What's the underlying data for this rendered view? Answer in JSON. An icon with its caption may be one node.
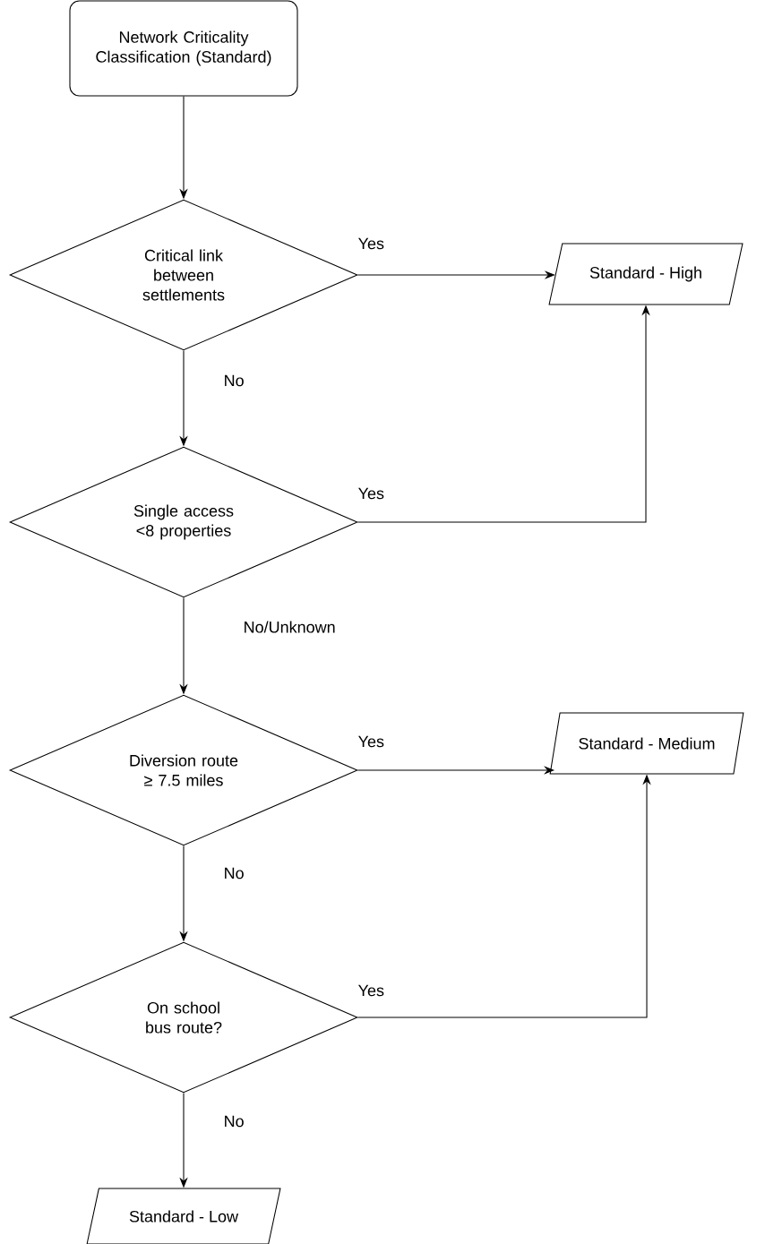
{
  "diagram": {
    "nodes": [
      {
        "text": [
          "Network Criticality Classification (Standard)"
        ]
      },
      {
        "text": [
          "Critical link between settlements"
        ]
      },
      {
        "text": [
          "Standard - High"
        ]
      },
      {
        "text": [
          "Single access <8 properties"
        ]
      },
      {
        "text": [
          "Diversion route ≥ 7.5 miles"
        ]
      },
      {
        "text": [
          "Standard - Medium"
        ]
      },
      {
        "text": [
          "On school bus route?"
        ]
      },
      {
        "text": [
          "Standard - Low"
        ]
      }
    ],
    "edges": [
      {
        "from": 0,
        "to": 1,
        "arrow": "to"
      },
      {
        "from": 1,
        "to": 2,
        "arrow": "to",
        "label": "Yes"
      },
      {
        "from": 1,
        "to": 3,
        "arrow": "to",
        "label": "No"
      },
      {
        "from": 3,
        "to": 2,
        "arrow": "to",
        "label": "Yes"
      },
      {
        "from": 3,
        "to": 4,
        "arrow": "to",
        "label": "No/Unknown"
      },
      {
        "from": 4,
        "to": 5,
        "arrow": "to",
        "label": "Yes"
      },
      {
        "from": 4,
        "to": 6,
        "arrow": "to",
        "label": "No"
      },
      {
        "from": 6,
        "to": 5,
        "arrow": "to",
        "label": "Yes"
      },
      {
        "from": 6,
        "to": 7,
        "arrow": "to",
        "label": "No"
      }
    ]
  }
}
